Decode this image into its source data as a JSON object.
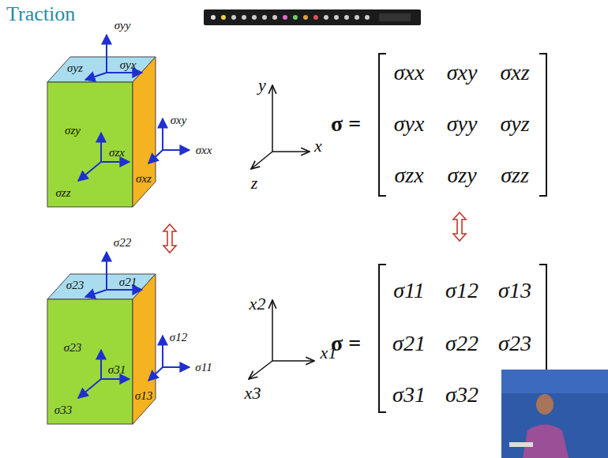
{
  "diagram": {
    "title": "Traction",
    "labels": [
      "σyy",
      "σyz",
      "σyx",
      "σzy",
      "σzx",
      "σzz",
      "σxy",
      "σxx",
      "σxz",
      "y",
      "x",
      "z",
      "σ =",
      "σxx",
      "σxy",
      "σxz",
      "σyx",
      "σyy",
      "σyz",
      "σzx",
      "σzy",
      "σzz",
      "σ22",
      "σ23",
      "σ21",
      "σ23",
      "σ31",
      "σ33",
      "σ12",
      "σ11",
      "σ13",
      "x2",
      "x1",
      "x3",
      "σ =",
      "σ11",
      "σ12",
      "σ13",
      "σ21",
      "σ22",
      "σ23",
      "σ31",
      "σ32"
    ]
  }
}
